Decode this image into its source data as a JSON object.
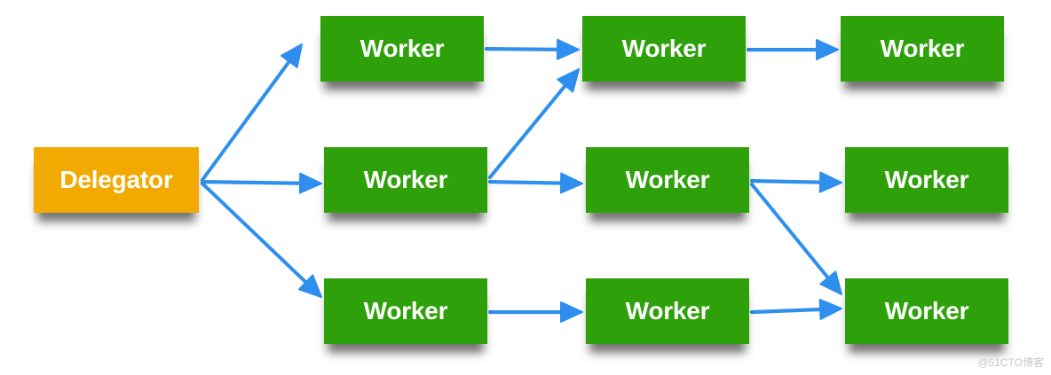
{
  "colors": {
    "delegator": "#f2a900",
    "worker": "#2ea10a",
    "arrow": "#2f8fee"
  },
  "nodes": [
    {
      "id": "delegator",
      "label": "Delegator",
      "kind": "delegator"
    },
    {
      "id": "w-c1-r1",
      "label": "Worker",
      "kind": "worker"
    },
    {
      "id": "w-c1-r2",
      "label": "Worker",
      "kind": "worker"
    },
    {
      "id": "w-c1-r3",
      "label": "Worker",
      "kind": "worker"
    },
    {
      "id": "w-c2-r1",
      "label": "Worker",
      "kind": "worker"
    },
    {
      "id": "w-c2-r2",
      "label": "Worker",
      "kind": "worker"
    },
    {
      "id": "w-c2-r3",
      "label": "Worker",
      "kind": "worker"
    },
    {
      "id": "w-c3-r1",
      "label": "Worker",
      "kind": "worker"
    },
    {
      "id": "w-c3-r2",
      "label": "Worker",
      "kind": "worker"
    },
    {
      "id": "w-c3-r3",
      "label": "Worker",
      "kind": "worker"
    }
  ],
  "edges": [
    {
      "from": "delegator",
      "to": "w-c1-r1"
    },
    {
      "from": "delegator",
      "to": "w-c1-r2"
    },
    {
      "from": "delegator",
      "to": "w-c1-r3"
    },
    {
      "from": "w-c1-r1",
      "to": "w-c2-r1"
    },
    {
      "from": "w-c1-r2",
      "to": "w-c2-r1"
    },
    {
      "from": "w-c1-r2",
      "to": "w-c2-r2"
    },
    {
      "from": "w-c1-r3",
      "to": "w-c2-r3"
    },
    {
      "from": "w-c2-r1",
      "to": "w-c3-r1"
    },
    {
      "from": "w-c2-r2",
      "to": "w-c3-r2"
    },
    {
      "from": "w-c2-r2",
      "to": "w-c3-r3"
    },
    {
      "from": "w-c2-r3",
      "to": "w-c3-r3"
    }
  ],
  "watermark": "@51CTO博客"
}
